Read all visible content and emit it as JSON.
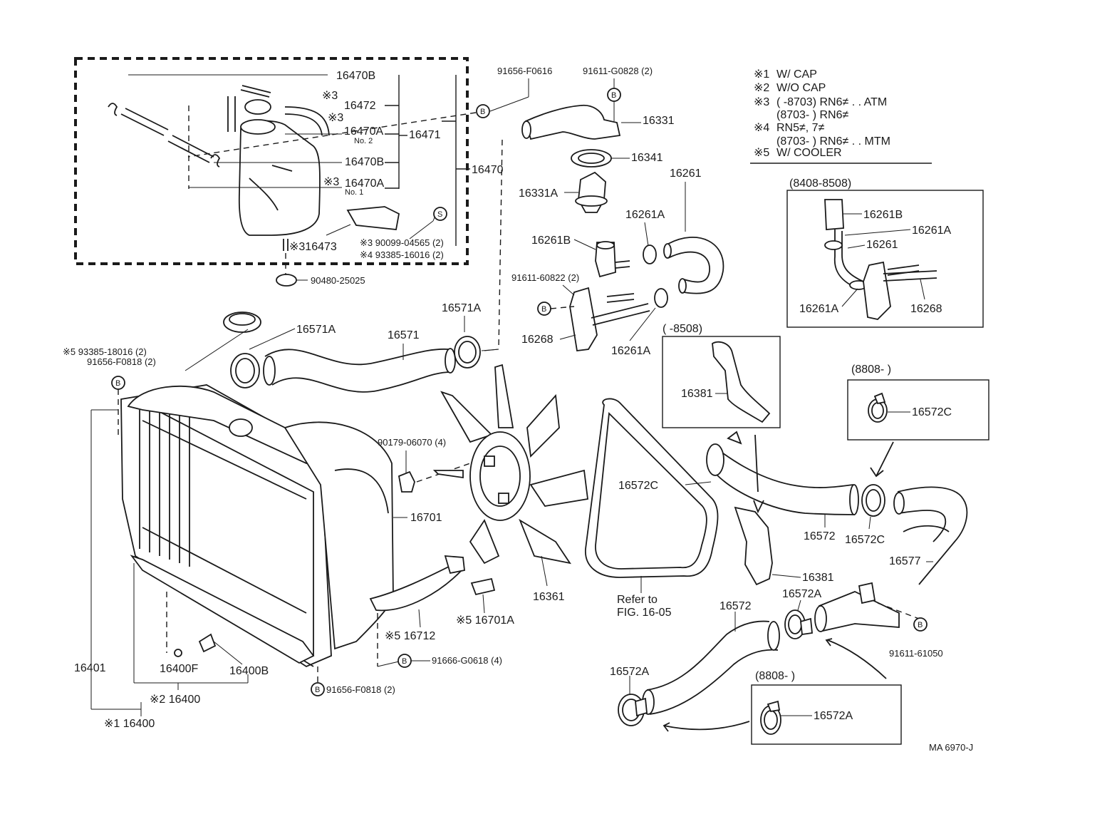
{
  "notes": [
    {
      "mark": "※1",
      "text": "W/ CAP"
    },
    {
      "mark": "※2",
      "text": "W/O CAP"
    },
    {
      "mark": "※3",
      "text": "(        -8703) RN6≠ . . ATM"
    },
    {
      "mark": "",
      "text": "(8703-        ) RN6≠"
    },
    {
      "mark": "※4",
      "text": "RN5≠, 7≠"
    },
    {
      "mark": "",
      "text": "(8703-        ) RN6≠ . . MTM"
    },
    {
      "mark": "※5",
      "text": "W/ COOLER"
    }
  ],
  "insets": {
    "inset1_title": "(8408-8508)",
    "inset2_title": "(        -8508)",
    "inset3_title": "(8808-        )",
    "inset4_title": "(8808-        )"
  },
  "labels": {
    "p16470B_top": "16470B",
    "p16472": "16472",
    "mark3_a": "※3",
    "mark3_b": "※3",
    "p16470A_top": "16470A",
    "no2": "No. 2",
    "p16471": "16471",
    "p16470B_mid": "16470B",
    "mark3_c": "※3",
    "p16470A_bot": "16470A",
    "no1": "No. 1",
    "p16470": "16470",
    "p16473": "※316473",
    "bolt_90099": "※3 90099-04565 (2)",
    "bolt_93385": "※4 93385-16016 (2)",
    "p90480": "90480-25025",
    "p91656_F0616": "91656-F0616",
    "p91611_G0828": "91611-G0828 (2)",
    "p16331": "16331",
    "p16341": "16341",
    "p16331A": "16331A",
    "p16261": "16261",
    "p16261A_a": "16261A",
    "p16261B": "16261B",
    "p91611_60822": "91611-60822 (2)",
    "p16268": "16268",
    "p16261A_b": "16261A",
    "in1_16261B": "16261B",
    "in1_16261A_a": "16261A",
    "in1_16261": "16261",
    "in1_16261A_b": "16261A",
    "in1_16268": "16268",
    "in2_16381": "16381",
    "in3_16572C": "16572C",
    "p16571A_a": "16571A",
    "p16571A_b": "16571A",
    "p16571": "16571",
    "bolt_93385_18016": "※5  93385-18016 (2)",
    "bolt_91656_F0818_a": "91656-F0818 (2)",
    "p90179": "90179-06070 (4)",
    "p16701": "16701",
    "p16572C_a": "16572C",
    "p16572_a": "16572",
    "p16572C_b": "16572C",
    "p16577": "16577",
    "p16381": "16381",
    "p16361": "16361",
    "refer1": "Refer to",
    "refer2": "FIG. 16-05",
    "p16712": "※5 16712",
    "p16701A": "※5 16701A",
    "p91666_G0618": "91666-G0618 (4)",
    "p91656_F0818_b": "91656-F0818 (2)",
    "p16401": "16401",
    "p16400F": "16400F",
    "p16400B": "16400B",
    "p16400_2": "※2 16400",
    "p16400_1": "※1 16400",
    "p16572_b": "16572",
    "p16572A_a": "16572A",
    "p91611_61050": "91611-61050",
    "p16572A_b": "16572A",
    "in4_16572A": "16572A",
    "code": "MA  6970-J"
  },
  "circle_marks": {
    "b": "B",
    "s": "S"
  }
}
